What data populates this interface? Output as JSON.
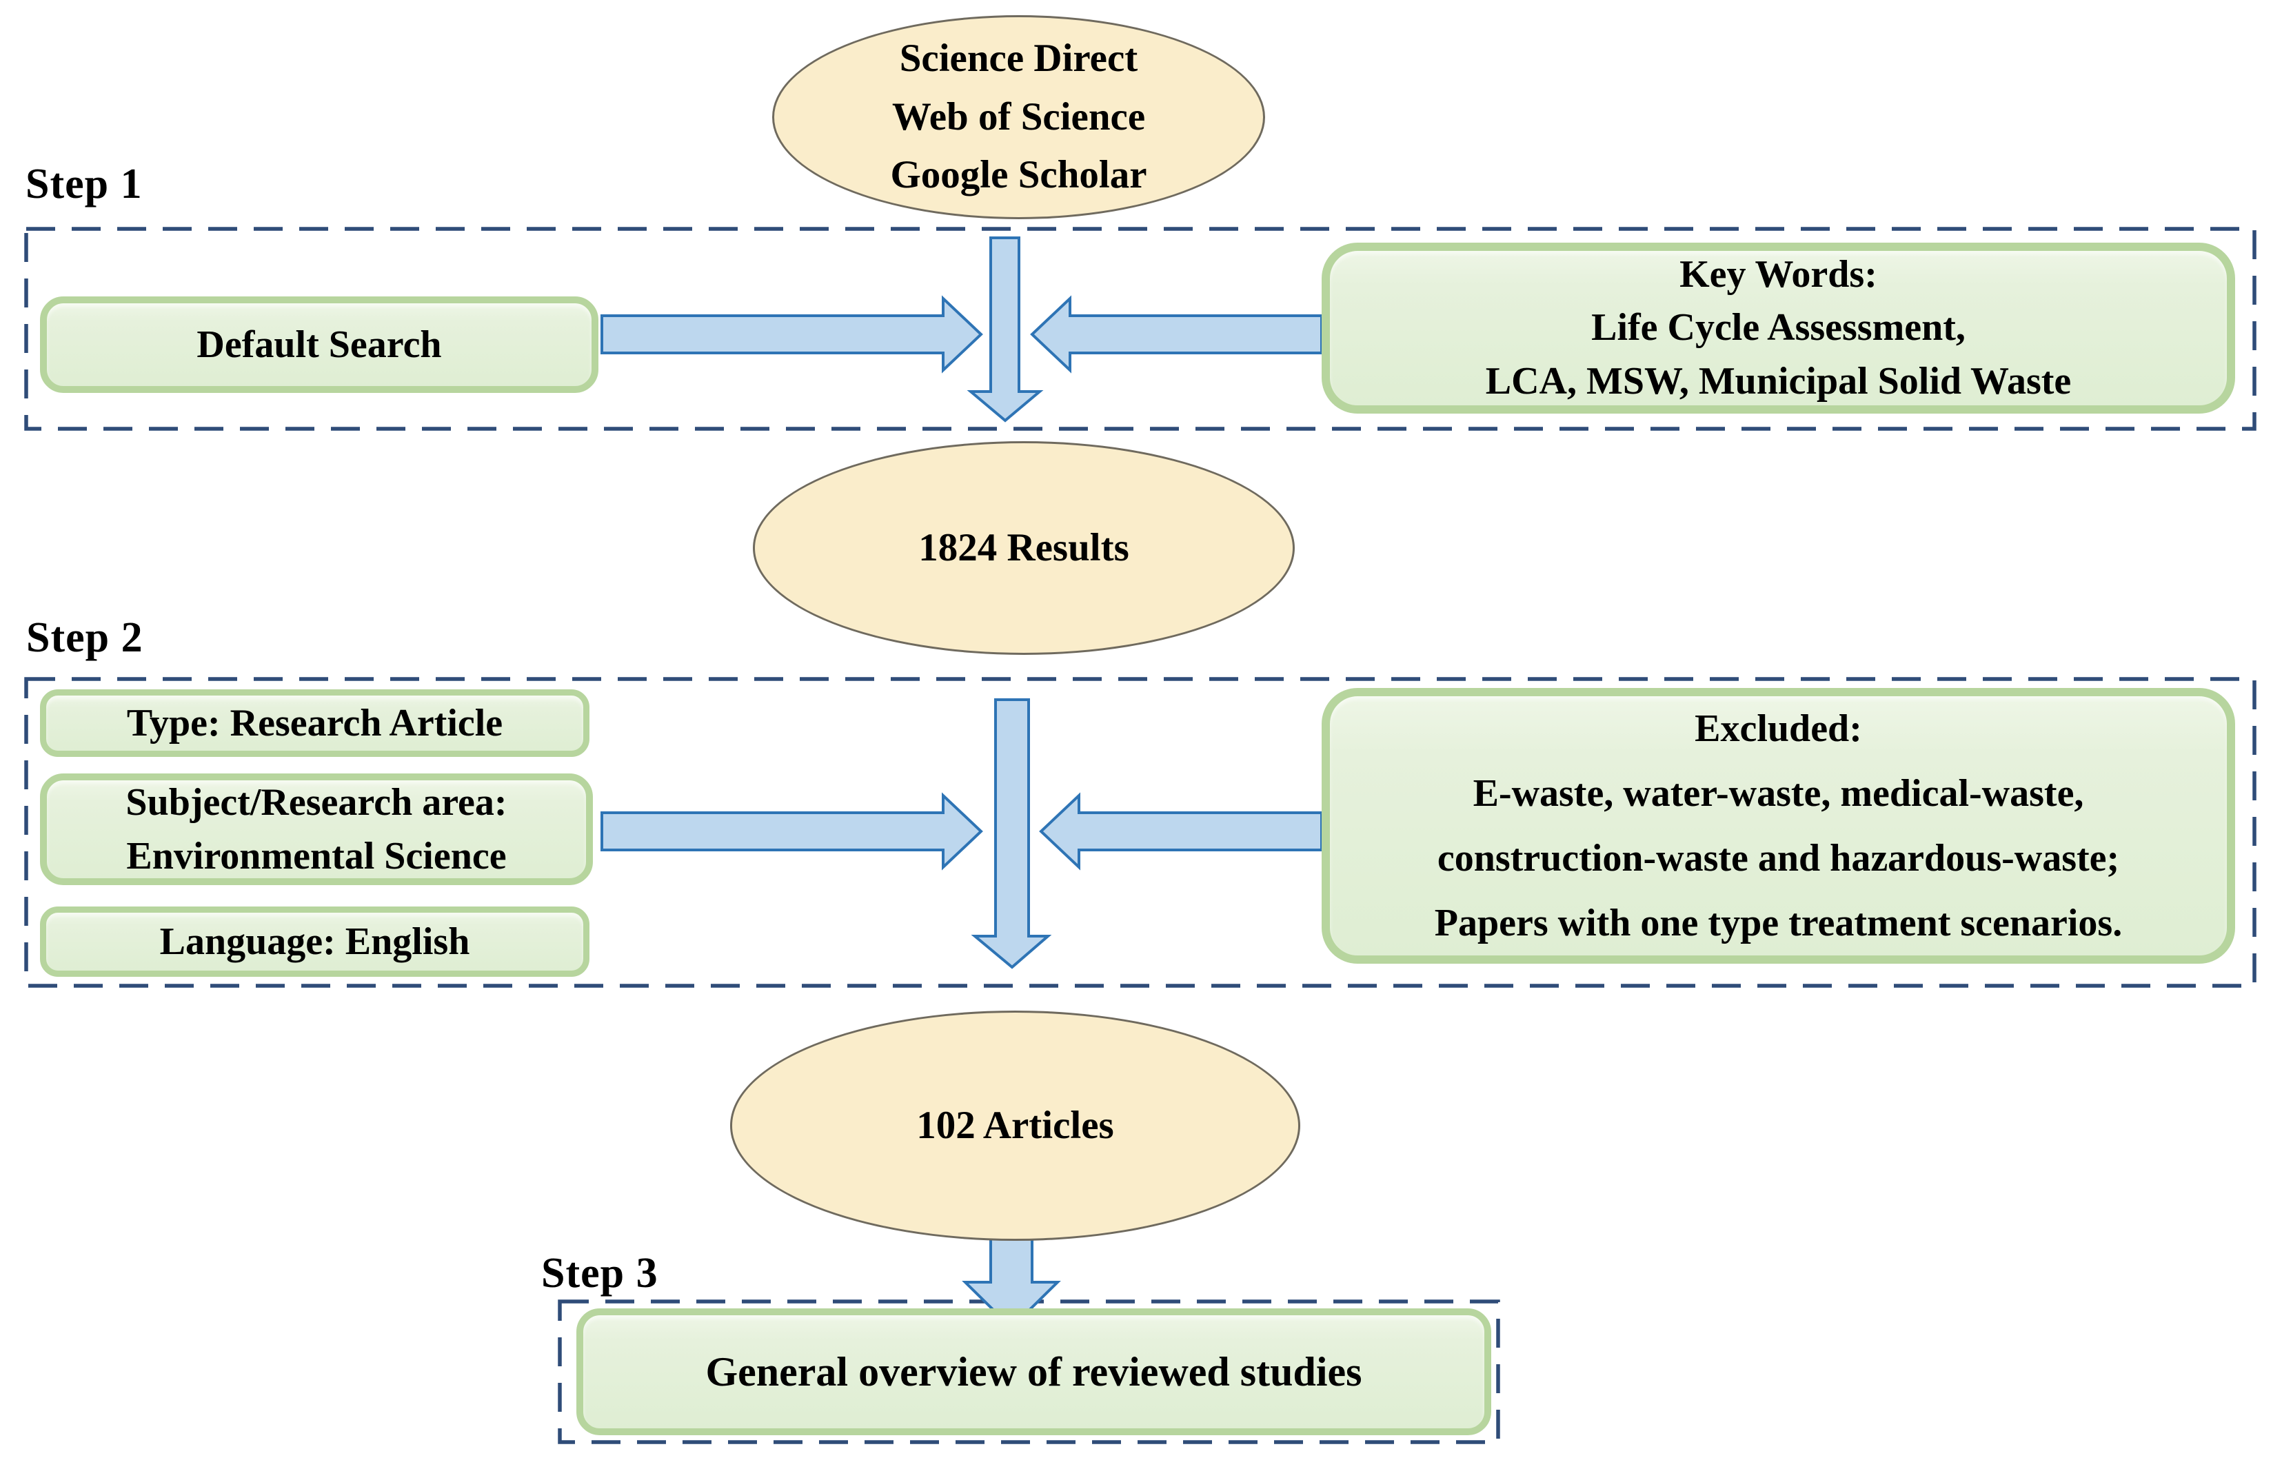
{
  "figure_type": "flowchart",
  "steps": {
    "step1": "Step 1",
    "step2": "Step 2",
    "step3": "Step 3"
  },
  "nodes": {
    "databases": {
      "line1": "Science Direct",
      "line2": "Web of Science",
      "line3": "Google Scholar"
    },
    "default_search": "Default Search",
    "keywords": {
      "line1": "Key Words:",
      "line2": "Life Cycle Assessment,",
      "line3": "LCA, MSW, Municipal Solid Waste"
    },
    "results": "1824 Results",
    "type_filter": "Type: Research Article",
    "subject_filter": {
      "line1": "Subject/Research area:",
      "line2": "Environmental Science"
    },
    "language_filter": "Language: English",
    "excluded": {
      "line1": "Excluded:",
      "line2": "E-waste, water-waste, medical-waste,",
      "line3": "construction-waste and hazardous-waste;",
      "line4": "Papers with one type treatment scenarios."
    },
    "articles": "102 Articles",
    "overview": "General overview of reviewed studies"
  },
  "colors": {
    "background": "#ffffff",
    "green_fill": "#e3f0d9",
    "green_border": "#b7d59e",
    "cream_fill": "#faedcb",
    "cream_border": "#6f6a5e",
    "arrow_fill": "#bdd7ee",
    "arrow_border": "#2e74b5",
    "dashed_border": "#2f4c78",
    "text": "#000000"
  }
}
